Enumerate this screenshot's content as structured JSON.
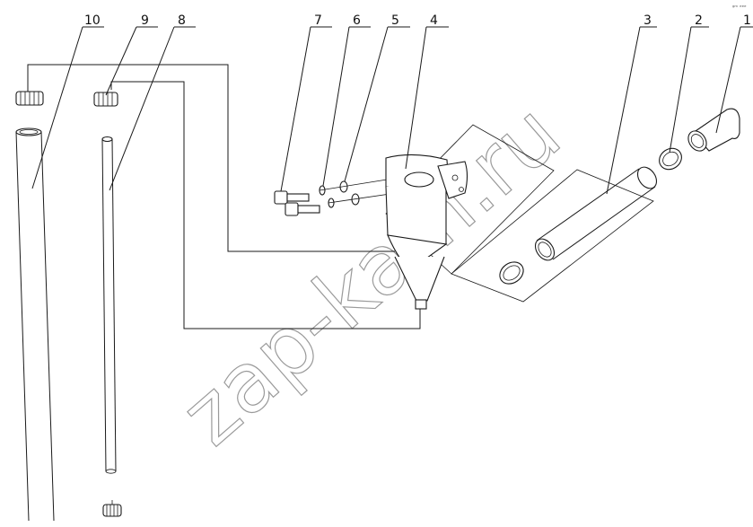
{
  "callouts": [
    {
      "num": "1"
    },
    {
      "num": "2"
    },
    {
      "num": "3"
    },
    {
      "num": "4"
    },
    {
      "num": "5"
    },
    {
      "num": "6"
    },
    {
      "num": "7"
    },
    {
      "num": "8"
    },
    {
      "num": "9"
    },
    {
      "num": "10"
    }
  ],
  "watermark": "zap-kam.ru",
  "corner_mark": "ᵍᵐ ᵉᵉᵉ"
}
